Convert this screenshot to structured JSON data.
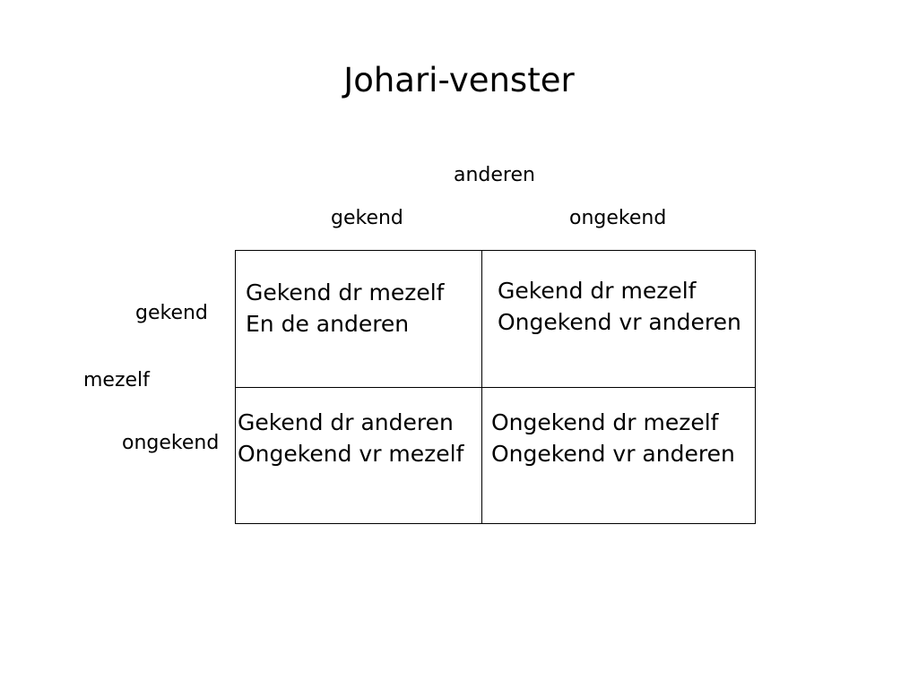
{
  "title": "Johari-venster",
  "axes": {
    "top_group": "anderen",
    "top_known": "gekend",
    "top_unknown": "ongekend",
    "left_group": "mezelf",
    "left_known": "gekend",
    "left_unknown": "ongekend"
  },
  "quadrants": [
    {
      "line1": "Gekend dr mezelf",
      "line2": "En de anderen"
    },
    {
      "line1": "Gekend dr mezelf",
      "line2": "Ongekend vr anderen"
    },
    {
      "line1": "Gekend dr anderen",
      "line2": "Ongekend vr mezelf"
    },
    {
      "line1": "Ongekend dr mezelf",
      "line2": "Ongekend vr anderen"
    }
  ]
}
